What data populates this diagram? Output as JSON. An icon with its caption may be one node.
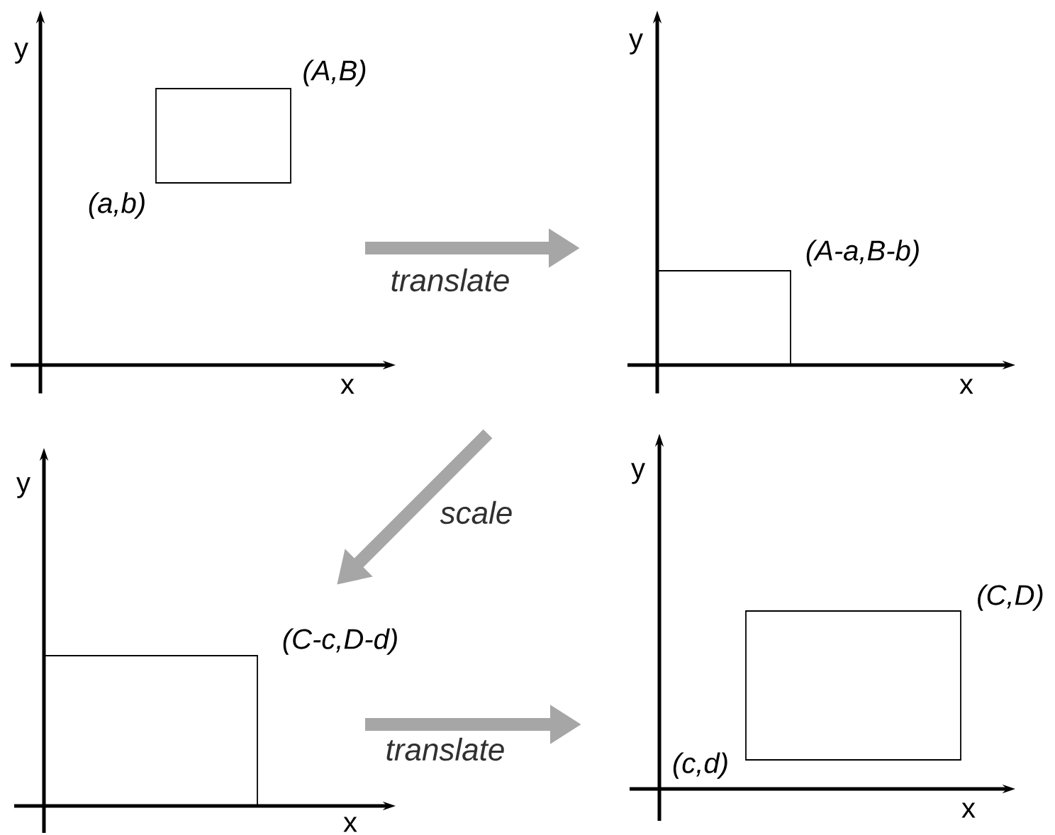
{
  "diagram": {
    "labels": [
      "y",
      "y",
      "(A,B)",
      "(a,b)",
      "(A-a,B-b)",
      "translate",
      "x",
      "x",
      "y",
      "y",
      "scale",
      "(C,D)",
      "(C-c,D-d)",
      "translate",
      "(c,d)",
      "x",
      "x"
    ]
  }
}
